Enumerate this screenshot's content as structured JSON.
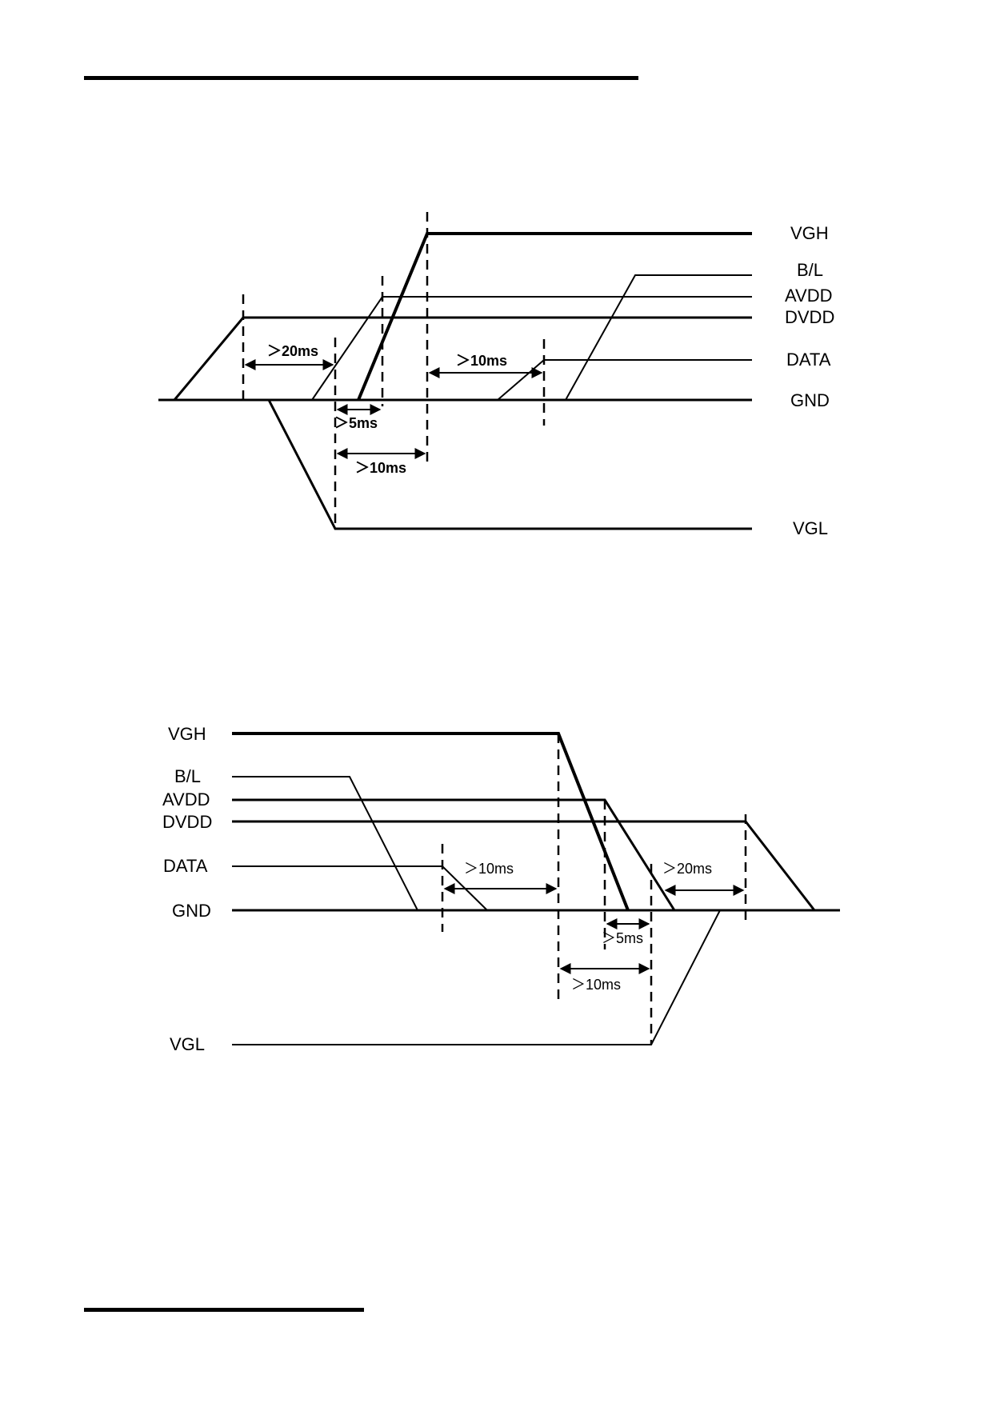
{
  "power_on": {
    "labels": {
      "vgh": "VGH",
      "bl": "B/L",
      "avdd": "AVDD",
      "dvdd": "DVDD",
      "data": "DATA",
      "gnd": "GND",
      "vgl": "VGL"
    },
    "timings": {
      "dvdd_to_vgl": "＞20ms",
      "avdd_delay": "＞5ms",
      "vgh_delay": "＞10ms",
      "data_delay": "＞10ms"
    }
  },
  "power_off": {
    "labels": {
      "vgh": "VGH",
      "bl": "B/L",
      "avdd": "AVDD",
      "dvdd": "DVDD",
      "data": "DATA",
      "gnd": "GND",
      "vgl": "VGL"
    },
    "timings": {
      "data_to_vgh": "＞10ms",
      "avdd_delay": "＞5ms",
      "vgh_to_vgl": "＞10ms",
      "vgl_to_dvdd": "＞20ms"
    }
  },
  "colors": {
    "line": "#000000",
    "background": "#ffffff"
  }
}
